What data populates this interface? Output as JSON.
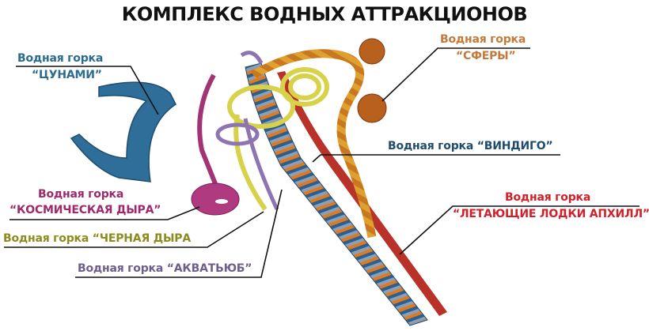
{
  "title": "КОМПЛЕКС ВОДНЫХ АТТРАКЦИОНОВ",
  "labels": {
    "tsunami": {
      "line1": "Водная горка",
      "line2": "“ЦУНАМИ”",
      "color": "#2b6c8e"
    },
    "cosmic_hole": {
      "line1": "Водная горка",
      "line2": "“КОСМИЧЕСКАЯ ДЫРА”",
      "color": "#9c2a6c"
    },
    "black_hole": {
      "text": "Водная горка “ЧЕРНАЯ ДЫРА",
      "color": "#8c8c1e"
    },
    "aquatube": {
      "text": "Водная горка “АКВАТЬЮБ”",
      "color": "#6e5e8c"
    },
    "spheres": {
      "line1": "Водная горка",
      "line2": "“СФЕРЫ”",
      "color": "#c47a3c"
    },
    "windigo": {
      "text": "Водная горка “ВИНДИГО”",
      "color": "#1f4c6c"
    },
    "uphill": {
      "line1": "Водная горка",
      "line2": "“ЛЕТАЮЩИЕ ЛОДКИ АПХИЛЛ”",
      "color": "#d2202a"
    }
  }
}
